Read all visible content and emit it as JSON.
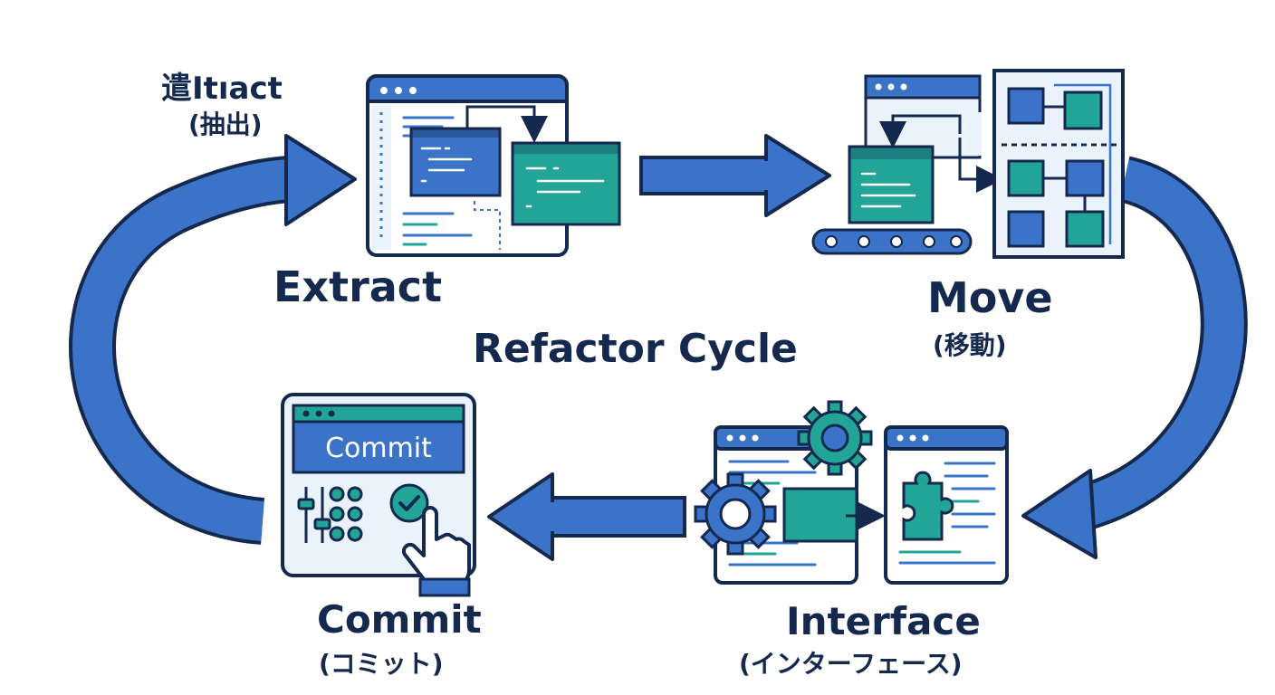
{
  "title": "Refactor Cycle",
  "steps": {
    "extract": {
      "label": "Extract",
      "top_label": "遣Itıact",
      "top_sub": "(抽出)"
    },
    "move": {
      "label": "Move",
      "sub": "(移動)"
    },
    "interface": {
      "label": "Interface",
      "sub": "(インターフェース)"
    },
    "commit": {
      "label": "Commit",
      "sub": "(コミット)",
      "button_label": "Commit"
    }
  },
  "colors": {
    "blue": "#3a73c8",
    "teal": "#22a596",
    "navy": "#14294d",
    "panel": "#eaf2fb"
  }
}
